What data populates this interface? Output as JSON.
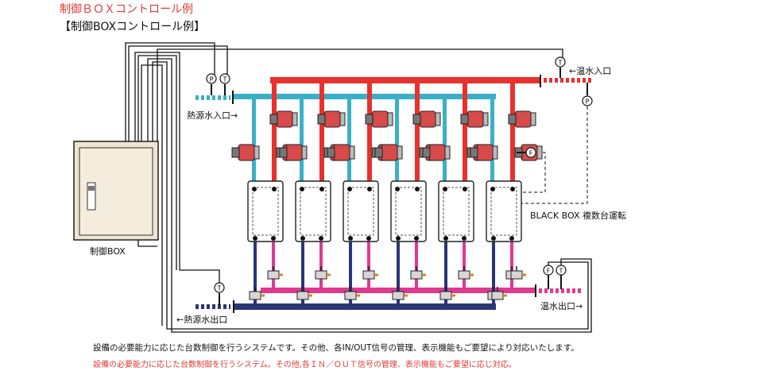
{
  "heading": {
    "title_red": "制御ＢＯＸコントロール例",
    "title_black": "【制御BOXコントロール例】"
  },
  "labels": {
    "control_box": "制御BOX",
    "heat_source_in": "熱源水入口→",
    "heat_source_out": "←熱源水出口",
    "hot_water_in": "←温水入口",
    "hot_water_out": "温水出口→",
    "black_box": "BLACK BOX 複数台運転"
  },
  "sensors": {
    "temperature": "T",
    "pressure": "P",
    "flow": "F"
  },
  "notes": {
    "line1": "設備の必要能力に応じた台数制御を行うシステムです。その他、各IN/OUT信号の管理、表示機能もご要望により対応いたします。",
    "line2": "設備の必要能力に応じた台数制御を行うシステム。その他,各ＩＮ／ＯＵＴ信号の管理、表示機能もご要望に応じ対応。"
  },
  "diagram": {
    "unit_count": 6,
    "colors": {
      "hot_supply": "#e8312d",
      "heat_source_supply": "#3ab0c8",
      "heat_source_return": "#2c3575",
      "hot_return": "#e0398f",
      "cabinet": "#efe4d1",
      "pump_red": "#d84b4b",
      "pump_gray": "#777777"
    }
  }
}
